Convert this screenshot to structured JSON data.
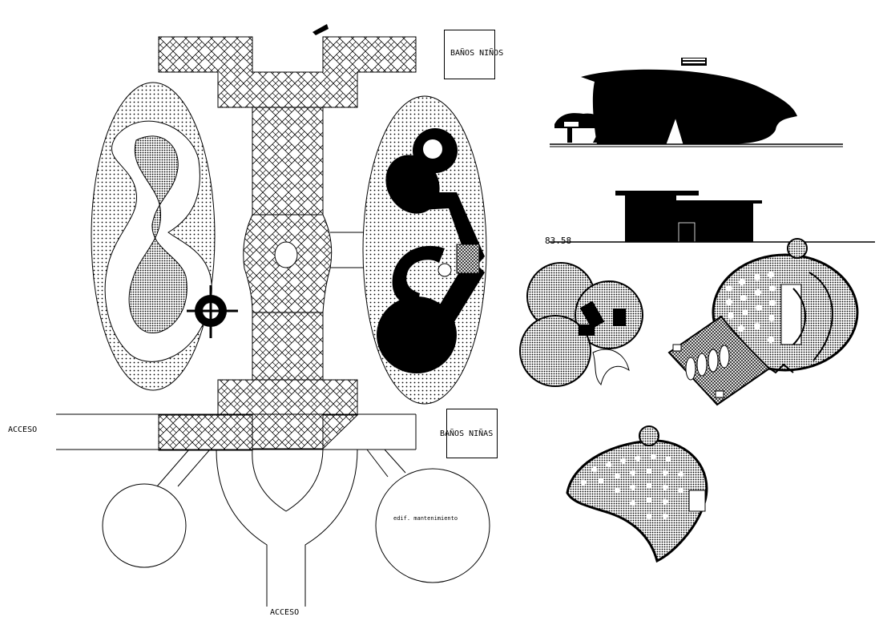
{
  "labels": {
    "acceso_left": "ACCESO",
    "acceso_bottom": "ACCESO",
    "banos_ninos": "BAÑOS NIÑOS",
    "banos_ninas": "BAÑOS NIÑAS",
    "edif_mantenimiento": "edif. mantenimiento",
    "elevation": "83.58"
  },
  "colors": {
    "ink": "#000000",
    "paper": "#ffffff"
  }
}
